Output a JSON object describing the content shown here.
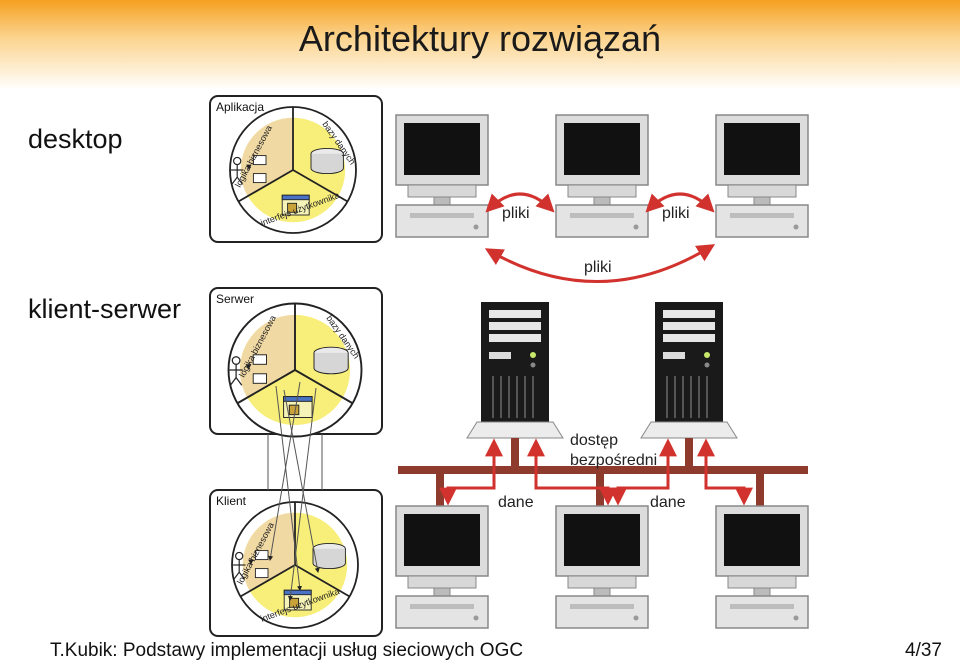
{
  "slide": {
    "title": "Architektury rozwiązań",
    "labels": {
      "desktop": "desktop",
      "client_server": "klient-serwer"
    },
    "footer": {
      "left": "T.Kubik: Podstawy implementacji usług sieciowych OGC",
      "page": "4/37"
    }
  },
  "panels": {
    "app": "Aplikacja",
    "server": "Serwer",
    "client": "Klient",
    "segments": {
      "logic": "logika biznesowa",
      "data": "bazy danych",
      "ui": "interfejs użytkownika"
    }
  },
  "arrows": {
    "files": "pliki",
    "data": "dane",
    "direct_line1": "dostęp",
    "direct_line2": "bezpośredni"
  },
  "colors": {
    "header_orange": "#f5a020",
    "arrow_red": "#d2322d",
    "network_bar": "#8e3b2d",
    "segment_tan": "#f1d9a4",
    "segment_yellow": "#f8ee7a"
  }
}
